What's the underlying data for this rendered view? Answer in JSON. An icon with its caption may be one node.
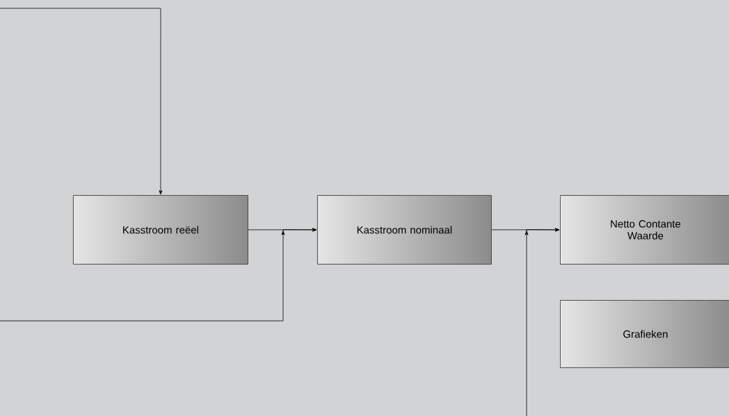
{
  "diagram": {
    "nodes": [
      {
        "text": [
          "Kasstroom reëel"
        ]
      },
      {
        "text": [
          "Kasstroom nominaal"
        ]
      },
      {
        "text": [
          "Netto Contante Waarde"
        ]
      },
      {
        "text": [
          "Grafieken"
        ]
      }
    ],
    "edges": [
      {
        "from": null,
        "to": 0,
        "arrow": "to"
      },
      {
        "from": 0,
        "to": 1,
        "arrow": "to"
      },
      {
        "from": null,
        "to": 1,
        "arrow": "to"
      },
      {
        "from": 1,
        "to": 2,
        "arrow": "to"
      },
      {
        "from": null,
        "to": 2,
        "arrow": "to"
      }
    ]
  }
}
